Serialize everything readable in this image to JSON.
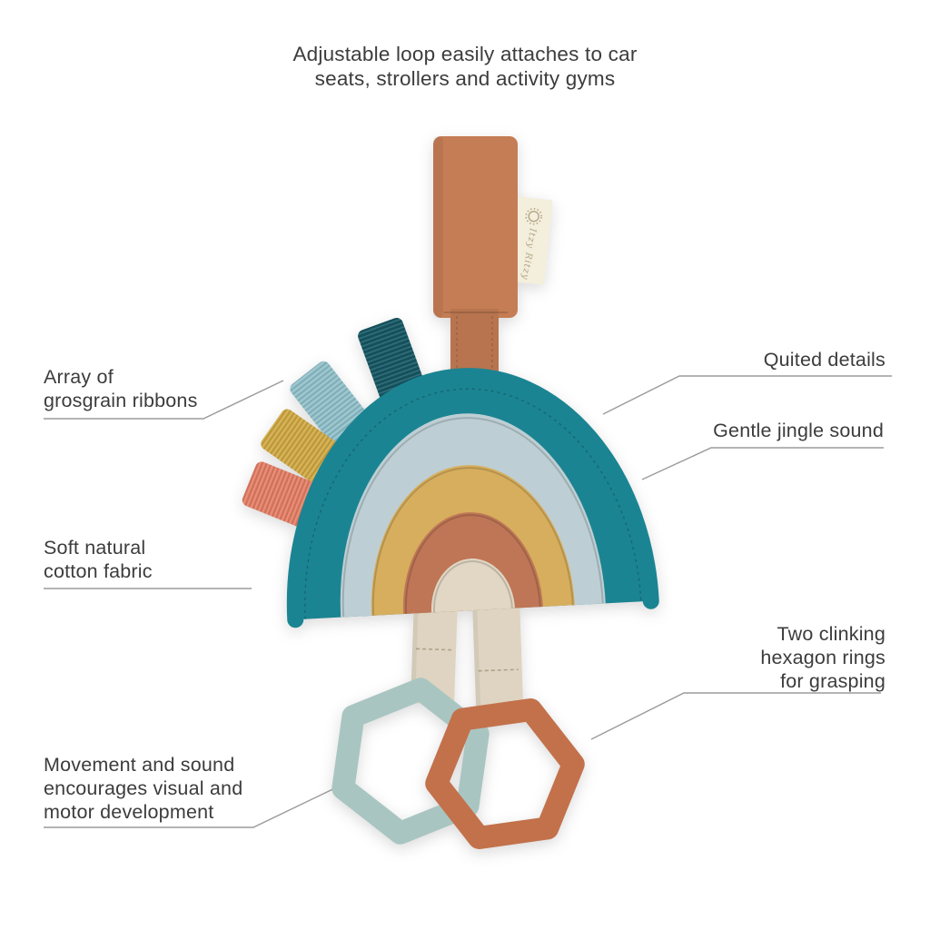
{
  "caption": {
    "lines": [
      "Adjustable loop easily attaches to car",
      "seats, strollers and activity gyms"
    ]
  },
  "callouts": {
    "ribbons": {
      "lines": [
        "Array of",
        "grosgrain ribbons"
      ]
    },
    "fabric": {
      "lines": [
        "Soft natural",
        "cotton fabric"
      ]
    },
    "movement": {
      "lines": [
        "Movement and sound",
        "encourages visual and",
        "motor development"
      ]
    },
    "quilted": {
      "lines": [
        "Quited details"
      ]
    },
    "jingle": {
      "lines": [
        "Gentle jingle sound"
      ]
    },
    "rings": {
      "lines": [
        "Two clinking",
        "hexagon rings",
        "for grasping"
      ]
    }
  },
  "toy": {
    "brand_tag_text": "Itzy Ritzy",
    "colors": {
      "teal": "#1b8492",
      "light_blue": "#bdcfd4",
      "mustard": "#d7ae5d",
      "terracotta": "#bf7656",
      "cream": "#e1d7c4",
      "strap_rust": "#c57d55",
      "strap_cream": "#ded4c1",
      "ribbon_dark_teal": "#175864",
      "ribbon_blue": "#92c1cb",
      "ribbon_mustard": "#d1aa45",
      "ribbon_coral": "#e58067",
      "hex_sage": "#a9c5c1",
      "hex_orange": "#c3714b",
      "tag_cream": "#f4eedd",
      "tag_text": "#b3a685",
      "callout_line": "#9b9b9b",
      "label_text": "#3c3c3c"
    }
  }
}
